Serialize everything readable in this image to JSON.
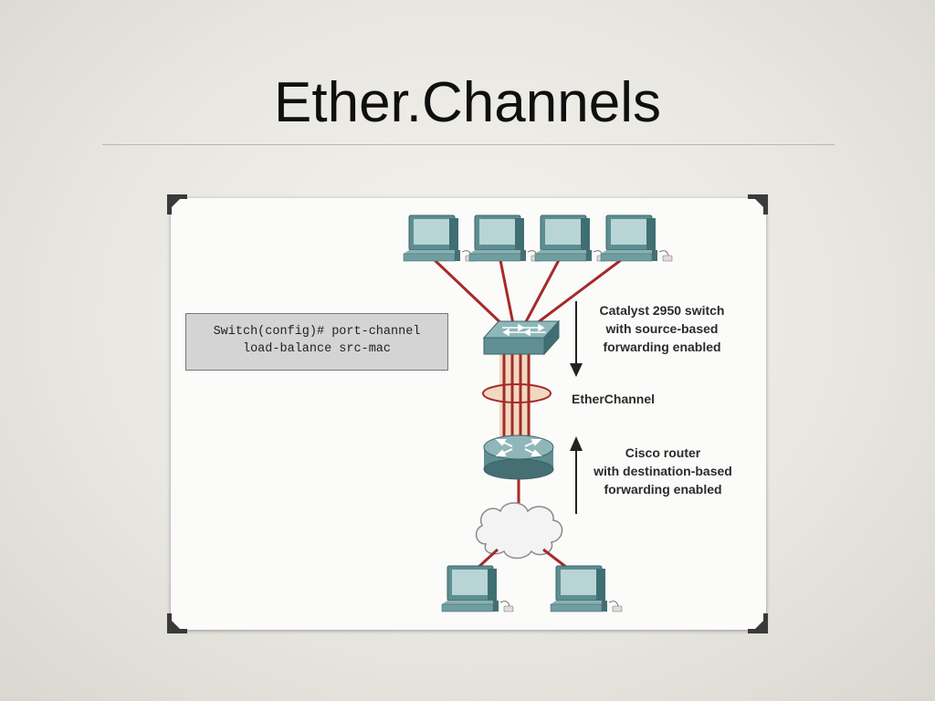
{
  "slide": {
    "title": "Ether.Channels"
  },
  "diagram": {
    "command_line1": "Switch(config)# port-channel",
    "command_line2": "load-balance src-mac",
    "switch_label_line1": "Catalyst 2950 switch",
    "switch_label_line2": "with source-based",
    "switch_label_line3": "forwarding enabled",
    "etherchannel_label": "EtherChannel",
    "router_label_line1": "Cisco router",
    "router_label_line2": "with destination-based",
    "router_label_line3": "forwarding enabled",
    "colors": {
      "link": "#a52a2a",
      "device": "#5f8f93",
      "channel_fill": "#f0d9c0",
      "arrow": "#222222"
    },
    "icons": [
      "computer-icon",
      "workgroup-switch-icon",
      "router-icon",
      "cloud-icon",
      "arrow-down-icon",
      "arrow-up-icon"
    ]
  }
}
